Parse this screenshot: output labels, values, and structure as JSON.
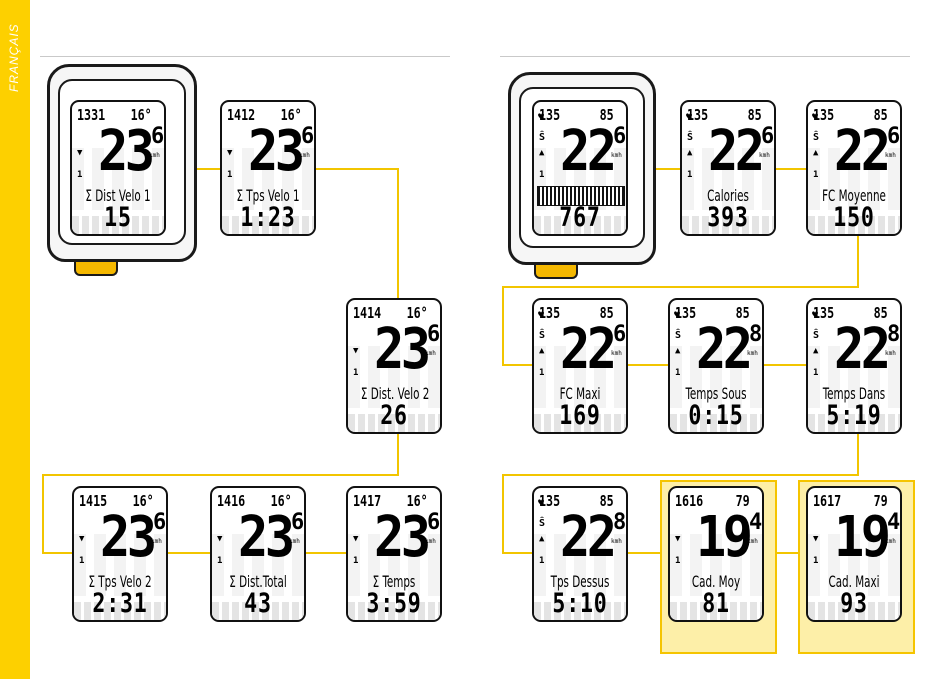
{
  "sidebar": {
    "language": "FRANÇAIS",
    "color": "#fdd000"
  },
  "accent_color": "#f2c500",
  "screens": [
    {
      "id": "s1",
      "top_left": "1331",
      "top_right": "16°",
      "speed": "23",
      "speed_frac": "6",
      "unit": "kmh",
      "label": "Σ Dist Velo 1",
      "value": "15"
    },
    {
      "id": "s2",
      "top_left": "1412",
      "top_right": "16°",
      "speed": "23",
      "speed_frac": "6",
      "unit": "kmh",
      "label": "Σ Tps Velo 1",
      "value": "1:23"
    },
    {
      "id": "s3",
      "top_left": "1414",
      "top_right": "16°",
      "speed": "23",
      "speed_frac": "6",
      "unit": "kmh",
      "label": "Σ Dist. Velo 2",
      "value": "26"
    },
    {
      "id": "s4",
      "top_left": "1415",
      "top_right": "16°",
      "speed": "23",
      "speed_frac": "6",
      "unit": "kmh",
      "label": "Σ Tps Velo 2",
      "value": "2:31"
    },
    {
      "id": "s5",
      "top_left": "1416",
      "top_right": "16°",
      "speed": "23",
      "speed_frac": "6",
      "unit": "kmh",
      "label": "Σ Dist.Total",
      "value": "43"
    },
    {
      "id": "s6",
      "top_left": "1417",
      "top_right": "16°",
      "speed": "23",
      "speed_frac": "6",
      "unit": "kmh",
      "label": "Σ Temps",
      "value": "3:59"
    },
    {
      "id": "s7",
      "top_left": "135",
      "top_right": "85",
      "speed": "22",
      "speed_frac": "6",
      "unit": "kmh",
      "label": "",
      "value": "767",
      "has_bar": true
    },
    {
      "id": "s8",
      "top_left": "135",
      "top_right": "85",
      "speed": "22",
      "speed_frac": "6",
      "unit": "kmh",
      "label": "Calories",
      "value": "393"
    },
    {
      "id": "s9",
      "top_left": "135",
      "top_right": "85",
      "speed": "22",
      "speed_frac": "6",
      "unit": "kmh",
      "label": "FC Moyenne",
      "value": "150"
    },
    {
      "id": "s10",
      "top_left": "135",
      "top_right": "85",
      "speed": "22",
      "speed_frac": "6",
      "unit": "kmh",
      "label": "FC Maxi",
      "value": "169"
    },
    {
      "id": "s11",
      "top_left": "135",
      "top_right": "85",
      "speed": "22",
      "speed_frac": "8",
      "unit": "kmh",
      "label": "Temps Sous",
      "value": "0:15"
    },
    {
      "id": "s12",
      "top_left": "135",
      "top_right": "85",
      "speed": "22",
      "speed_frac": "8",
      "unit": "kmh",
      "label": "Temps Dans",
      "value": "5:19"
    },
    {
      "id": "s13",
      "top_left": "135",
      "top_right": "85",
      "speed": "22",
      "speed_frac": "8",
      "unit": "kmh",
      "label": "Tps Dessus",
      "value": "5:10"
    },
    {
      "id": "s14",
      "top_left": "1616",
      "top_right": "79",
      "speed": "19",
      "speed_frac": "4",
      "unit": "kmh",
      "label": "Cad. Moy",
      "value": "81"
    },
    {
      "id": "s15",
      "top_left": "1617",
      "top_right": "79",
      "speed": "19",
      "speed_frac": "4",
      "unit": "kmh",
      "label": "Cad. Maxi",
      "value": "93"
    }
  ]
}
